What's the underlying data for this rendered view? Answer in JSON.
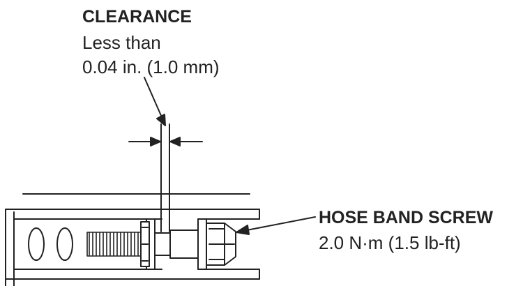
{
  "clearance": {
    "title": "CLEARANCE",
    "line1": "Less than",
    "line2": "0.04 in. (1.0 mm)"
  },
  "screw": {
    "title": "HOSE BAND SCREW",
    "torque": "2.0 N·m (1.5 lb-ft)"
  },
  "colors": {
    "ink": "#222222",
    "background": "#ffffff"
  }
}
